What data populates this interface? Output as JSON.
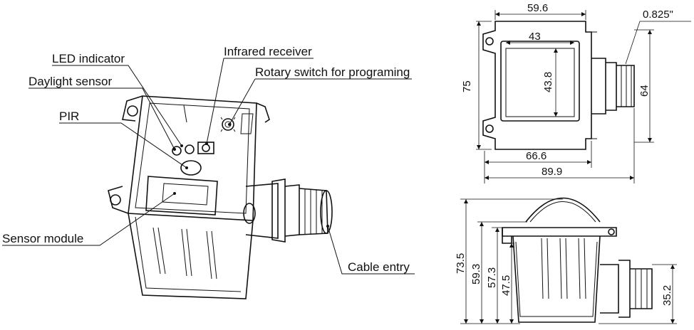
{
  "callouts": {
    "led_indicator": "LED indicator",
    "infrared_receiver": "Infrared receiver",
    "daylight_sensor": "Daylight sensor",
    "rotary_switch": "Rotary switch for programing",
    "pir": "PIR",
    "sensor_module": "Sensor module",
    "cable_entry": "Cable entry"
  },
  "top_view_dims": {
    "width_top": "59.6",
    "thread": "0.825\"",
    "inner_width": "43",
    "height_total": "75",
    "inner_height": "43.8",
    "height_right": "64",
    "width_bottom_inner": "66.6",
    "width_total": "89.9"
  },
  "side_view_dims": {
    "h1": "73.5",
    "h2": "59.3",
    "h3": "57.3",
    "h4": "47.5",
    "h_entry": "35.2"
  }
}
